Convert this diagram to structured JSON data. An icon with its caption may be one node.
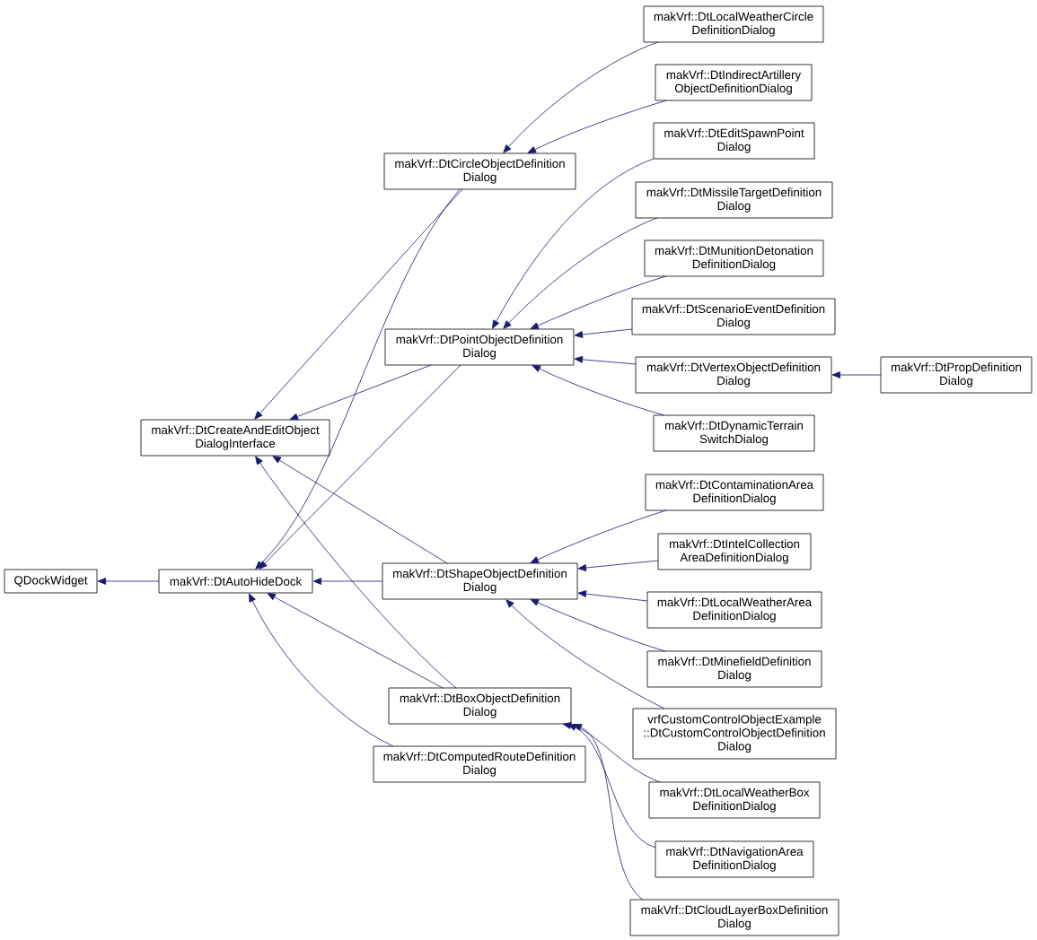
{
  "diagram": {
    "nodes": [
      {
        "text": [
          "QDockWidget"
        ]
      },
      {
        "text": [
          "makVrf::DtAutoHideDock"
        ]
      },
      {
        "text": [
          "makVrf::DtCreateAndEditObject DialogInterface"
        ]
      },
      {
        "text": [
          "makVrf::DtCircleObjectDefinition Dialog"
        ]
      },
      {
        "text": [
          "makVrf::DtPointObjectDefinition Dialog"
        ]
      },
      {
        "text": [
          "makVrf::DtShapeObjectDefinition Dialog"
        ]
      },
      {
        "text": [
          "makVrf::DtBoxObjectDefinition Dialog"
        ]
      },
      {
        "text": [
          "makVrf::DtComputedRouteDefinition Dialog"
        ]
      },
      {
        "text": [
          "makVrf::DtLocalWeatherCircle DefinitionDialog"
        ]
      },
      {
        "text": [
          "makVrf::DtIndirectArtillery ObjectDefinitionDialog"
        ]
      },
      {
        "text": [
          "makVrf::DtEditSpawnPoint Dialog"
        ]
      },
      {
        "text": [
          "makVrf::DtMissileTargetDefinition Dialog"
        ]
      },
      {
        "text": [
          "makVrf::DtMunitionDetonation DefinitionDialog"
        ]
      },
      {
        "text": [
          "makVrf::DtScenarioEventDefinition Dialog"
        ]
      },
      {
        "text": [
          "makVrf::DtVertexObjectDefinition Dialog"
        ]
      },
      {
        "text": [
          "makVrf::DtPropDefinition Dialog"
        ]
      },
      {
        "text": [
          "makVrf::DtDynamicTerrain SwitchDialog"
        ]
      },
      {
        "text": [
          "makVrf::DtContaminationArea DefinitionDialog"
        ]
      },
      {
        "text": [
          "makVrf::DtIntelCollection AreaDefinitionDialog"
        ]
      },
      {
        "text": [
          "makVrf::DtLocalWeatherArea DefinitionDialog"
        ]
      },
      {
        "text": [
          "makVrf::DtMinefieldDefinition Dialog"
        ]
      },
      {
        "text": [
          "vrfCustomControlObjectExample ::DtCustomControlObjectDefinition Dialog"
        ]
      },
      {
        "text": [
          "makVrf::DtLocalWeatherBox DefinitionDialog"
        ]
      },
      {
        "text": [
          "makVrf::DtNavigationArea DefinitionDialog"
        ]
      },
      {
        "text": [
          "makVrf::DtCloudLayerBoxDefinition Dialog"
        ]
      }
    ],
    "edges": [
      {
        "from": 1,
        "to": 0,
        "arrow": "to"
      },
      {
        "from": 3,
        "to": 2,
        "arrow": "to"
      },
      {
        "from": 4,
        "to": 2,
        "arrow": "to"
      },
      {
        "from": 5,
        "to": 2,
        "arrow": "to"
      },
      {
        "from": 6,
        "to": 2,
        "arrow": "to"
      },
      {
        "from": 3,
        "to": 1,
        "arrow": "to"
      },
      {
        "from": 4,
        "to": 1,
        "arrow": "to"
      },
      {
        "from": 5,
        "to": 1,
        "arrow": "to"
      },
      {
        "from": 6,
        "to": 1,
        "arrow": "to"
      },
      {
        "from": 7,
        "to": 1,
        "arrow": "to"
      },
      {
        "from": 8,
        "to": 3,
        "arrow": "to"
      },
      {
        "from": 9,
        "to": 3,
        "arrow": "to"
      },
      {
        "from": 10,
        "to": 4,
        "arrow": "to"
      },
      {
        "from": 11,
        "to": 4,
        "arrow": "to"
      },
      {
        "from": 12,
        "to": 4,
        "arrow": "to"
      },
      {
        "from": 13,
        "to": 4,
        "arrow": "to"
      },
      {
        "from": 14,
        "to": 4,
        "arrow": "to"
      },
      {
        "from": 16,
        "to": 4,
        "arrow": "to"
      },
      {
        "from": 15,
        "to": 14,
        "arrow": "to"
      },
      {
        "from": 17,
        "to": 5,
        "arrow": "to"
      },
      {
        "from": 18,
        "to": 5,
        "arrow": "to"
      },
      {
        "from": 19,
        "to": 5,
        "arrow": "to"
      },
      {
        "from": 20,
        "to": 5,
        "arrow": "to"
      },
      {
        "from": 21,
        "to": 5,
        "arrow": "to"
      },
      {
        "from": 22,
        "to": 6,
        "arrow": "to"
      },
      {
        "from": 23,
        "to": 6,
        "arrow": "to"
      },
      {
        "from": 24,
        "to": 6,
        "arrow": "to"
      }
    ]
  }
}
